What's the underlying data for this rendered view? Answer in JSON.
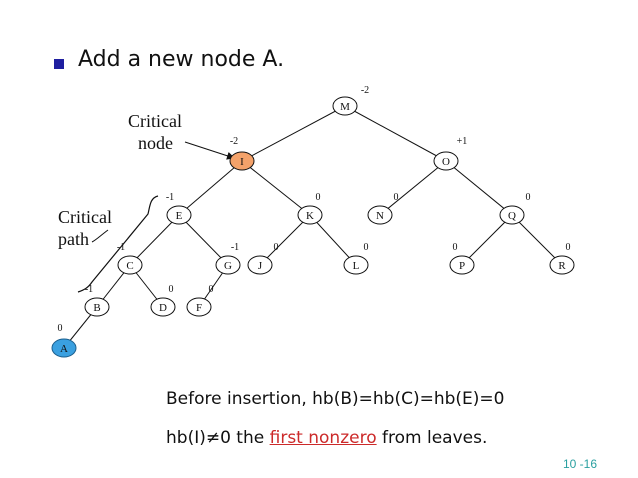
{
  "title": "Add a new node A.",
  "labels": {
    "critical_node": [
      "Critical",
      "node"
    ],
    "critical_path": [
      "Critical",
      "path"
    ]
  },
  "caption": {
    "line1": "Before insertion, hb(B)=hb(C)=hb(E)=0",
    "line2_prefix": "hb(I)≠0   the ",
    "line2_highlight": "first nonzero",
    "line2_suffix": " from leaves."
  },
  "page_number": "10 -16",
  "colors": {
    "critical_node_fill": "#f4a26a",
    "new_node_fill": "#3aa0e0",
    "node_fill": "#ffffff",
    "highlight": "#cc2a2a",
    "bullet": "#1f1fa0",
    "page_number": "#2aa0a0"
  },
  "tree": {
    "nodes": [
      {
        "id": "M",
        "balance": "-2"
      },
      {
        "id": "I",
        "balance": "-2",
        "role": "critical"
      },
      {
        "id": "O",
        "balance": "+1"
      },
      {
        "id": "E",
        "balance": "-1"
      },
      {
        "id": "K",
        "balance": "0"
      },
      {
        "id": "N",
        "balance": "0"
      },
      {
        "id": "Q",
        "balance": "0"
      },
      {
        "id": "C",
        "balance": "-1"
      },
      {
        "id": "G",
        "balance": "-1"
      },
      {
        "id": "J",
        "balance": "0"
      },
      {
        "id": "L",
        "balance": "0"
      },
      {
        "id": "P",
        "balance": "0"
      },
      {
        "id": "R",
        "balance": "0"
      },
      {
        "id": "B",
        "balance": "-1"
      },
      {
        "id": "D",
        "balance": "0"
      },
      {
        "id": "F",
        "balance": "0"
      },
      {
        "id": "A",
        "balance": "0",
        "role": "new"
      }
    ],
    "edges": [
      [
        "M",
        "I"
      ],
      [
        "M",
        "O"
      ],
      [
        "I",
        "E"
      ],
      [
        "I",
        "K"
      ],
      [
        "O",
        "N"
      ],
      [
        "O",
        "Q"
      ],
      [
        "E",
        "C"
      ],
      [
        "E",
        "G"
      ],
      [
        "K",
        "J"
      ],
      [
        "K",
        "L"
      ],
      [
        "Q",
        "P"
      ],
      [
        "Q",
        "R"
      ],
      [
        "C",
        "B"
      ],
      [
        "C",
        "D"
      ],
      [
        "G",
        "F"
      ],
      [
        "B",
        "A"
      ]
    ]
  }
}
